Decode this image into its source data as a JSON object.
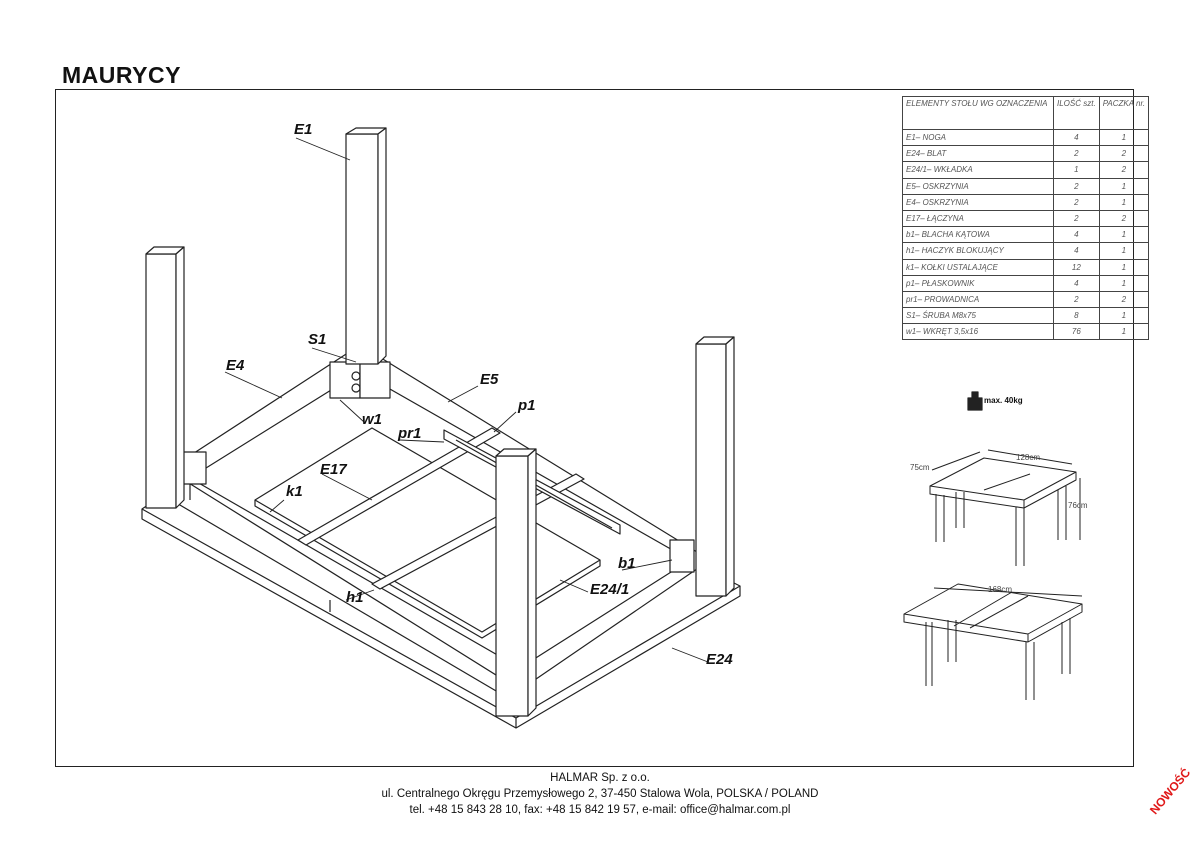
{
  "title": "MAURYCY",
  "labels": {
    "E1": "E1",
    "S1": "S1",
    "E4": "E4",
    "E5": "E5",
    "p1": "p1",
    "pr1": "pr1",
    "w1": "w1",
    "E17": "E17",
    "k1": "k1",
    "b1": "b1",
    "E24_1": "E24/1",
    "h1": "h1",
    "E24": "E24"
  },
  "parts_table": {
    "header": [
      "ELEMENTY STOŁU WG OZNACZENIA",
      "ILOŚĆ szt.",
      "PACZKA nr."
    ],
    "rows": [
      [
        "E1– NOGA",
        "4",
        "1"
      ],
      [
        "E24– BLAT",
        "2",
        "2"
      ],
      [
        "E24/1– WKŁADKA",
        "1",
        "2"
      ],
      [
        "E5– OSKRZYNIA",
        "2",
        "1"
      ],
      [
        "E4– OSKRZYNIA",
        "2",
        "1"
      ],
      [
        "E17– ŁĄCZYNA",
        "2",
        "2"
      ],
      [
        "b1– BLACHA KĄTOWA",
        "4",
        "1"
      ],
      [
        "h1– HACZYK BLOKUJĄCY",
        "4",
        "1"
      ],
      [
        "k1– KOŁKI USTALAJĄCE",
        "12",
        "1"
      ],
      [
        "p1– PŁASKOWNIK",
        "4",
        "1"
      ],
      [
        "pr1– PROWADNICA",
        "2",
        "2"
      ],
      [
        "S1– ŚRUBA M8x75",
        "8",
        "1"
      ],
      [
        "w1– WKRĘT 3,5x16",
        "76",
        "1"
      ]
    ]
  },
  "weight": "max. 40kg",
  "dimensions": {
    "length_closed": "128cm",
    "depth": "75cm",
    "height": "76cm",
    "length_open": "168cm"
  },
  "footer": {
    "company": "HALMAR Sp. z o.o.",
    "address": "ul. Centralnego Okręgu Przemysłowego 2, 37-450 Stalowa Wola, POLSKA / POLAND",
    "contact": "tel. +48 15 843 28 10, fax: +48 15 842 19 57, e-mail: office@halmar.com.pl"
  },
  "badge": "NOWOŚĆ",
  "colors": {
    "badge": "#e01818",
    "line": "#222222"
  }
}
